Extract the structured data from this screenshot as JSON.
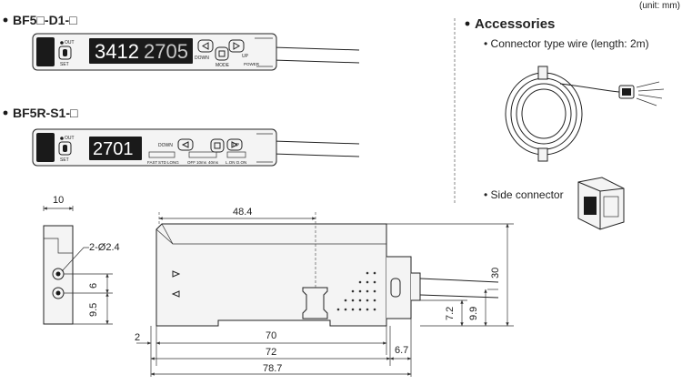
{
  "unit_note": "(unit: mm)",
  "models": [
    {
      "label": "BF5□-D1-□",
      "display_left": "3412",
      "display_right": "2705"
    },
    {
      "label": "BF5R-S1-□",
      "display": "2701"
    }
  ],
  "device_labels": {
    "out": "OUT",
    "set": "SET",
    "down": "DOWN",
    "up": "UP",
    "mode": "MODE",
    "power": "POWER",
    "fast": "FAST",
    "std": "STD",
    "long": "LONG",
    "off": "OFF",
    "t10": "10ms",
    "t40": "40ms",
    "lon": "L.ON",
    "don": "D.ON"
  },
  "accessories": {
    "title": "Accessories",
    "items": [
      "Connector type wire (length: 2m)",
      "Side connector"
    ]
  },
  "dimensions": {
    "width_top": "10",
    "hole": "2-Ø2.4",
    "hole_pitch": "6",
    "hole_offset": "9.5",
    "len_48_4": "48.4",
    "height": "30",
    "d_7_2": "7.2",
    "d_9_9": "9.9",
    "d_2": "2",
    "d_70": "70",
    "d_72": "72",
    "d_6_7": "6.7",
    "d_78_7": "78.7"
  }
}
